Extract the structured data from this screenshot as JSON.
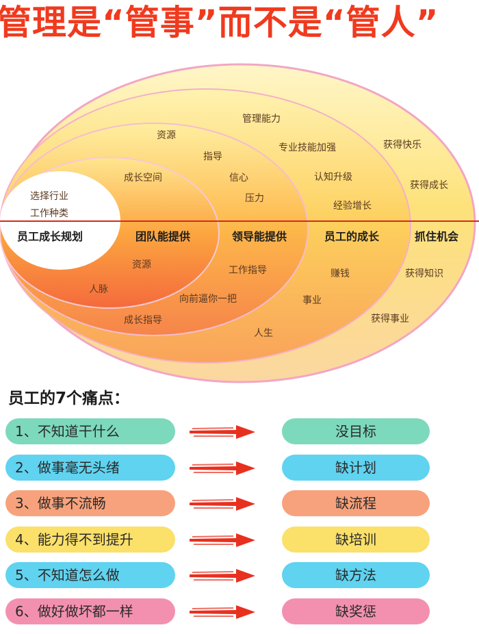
{
  "title": "管理是“管事”而不是“管人”",
  "diagram": {
    "headers": {
      "c1": "员工成长规划",
      "c2": "团队能提供",
      "c3": "领导能提供",
      "c4": "员工的成长",
      "c5": "抓住机会"
    },
    "labels": {
      "core_1": "选择行业",
      "core_2": "工作种类",
      "r1_top_1": "成长空间",
      "r1_bottom_1": "资源",
      "r1_bottom_2": "人脉",
      "r2_top_1": "资源",
      "r2_top_2": "指导",
      "r2_top_3": "信心",
      "r2_top_4": "压力",
      "r2_bottom_1": "工作指导",
      "r2_bottom_2": "向前逼你一把",
      "r2_bottom_3": "成长指导",
      "r3_top_1": "管理能力",
      "r3_top_2": "专业技能加强",
      "r3_top_3": "认知升级",
      "r3_top_4": "经验增长",
      "r3_bottom_1": "赚钱",
      "r3_bottom_2": "事业",
      "r3_bottom_3": "人生",
      "r4_top_1": "获得快乐",
      "r4_top_2": "获得成长",
      "r4_bottom_1": "获得知识",
      "r4_bottom_2": "获得事业"
    }
  },
  "section_title": "员工的7个痛点：",
  "pain_points": [
    {
      "problem": "1、不知道干什么",
      "cause": "没目标",
      "color": "#7dd9bb"
    },
    {
      "problem": "2、做事毫无头绪",
      "cause": "缺计划",
      "color": "#5fd3f0"
    },
    {
      "problem": "3、做事不流畅",
      "cause": "缺流程",
      "color": "#f7a27c"
    },
    {
      "problem": "4、能力得不到提升",
      "cause": "缺培训",
      "color": "#fbe06a"
    },
    {
      "problem": "5、不知道怎么做",
      "cause": "缺方法",
      "color": "#5fd3f0"
    },
    {
      "problem": "6、做好做坏都一样",
      "cause": "缺奖惩",
      "color": "#f390b0"
    }
  ],
  "colors": {
    "title": "#f03a1e",
    "arrow": "#e8301f",
    "divider": "#d42b1a"
  }
}
